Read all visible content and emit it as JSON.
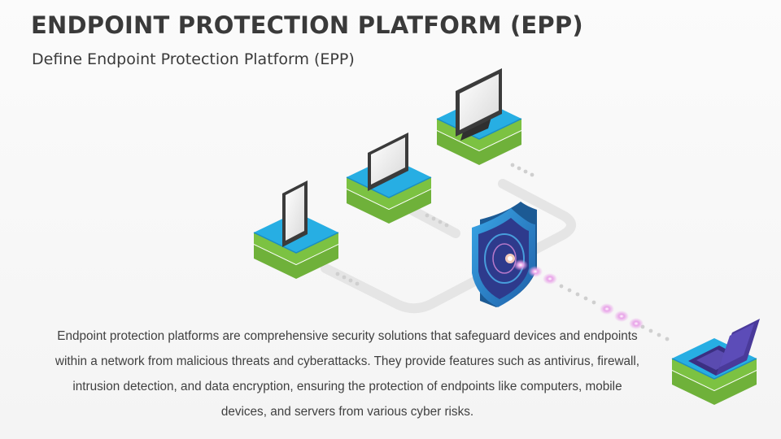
{
  "slide": {
    "title": "ENDPOINT PROTECTION PLATFORM (EPP)",
    "subtitle": "Define Endpoint Protection Platform (EPP)",
    "description": "Endpoint protection platforms are comprehensive security solutions that safeguard devices and endpoints within a network from malicious threats and cyberattacks. They provide features such as antivirus, firewall, intrusion detection, and data encryption, ensuring the protection of endpoints like computers, mobile devices, and servers from various cyber risks."
  },
  "illustration": {
    "devices": [
      "smartphone-icon",
      "tablet-icon",
      "monitor-icon",
      "laptop-icon"
    ],
    "center": "shield-icon",
    "colors": {
      "platform_top": "#27aee3",
      "platform_band": "#7cc242",
      "shield_outer": "#2a7fc1",
      "shield_inner": "#2e3a8c",
      "laptop": "#4a3a9a",
      "connector": "#e6e6e6",
      "packet_glow": "#d98ad9"
    }
  }
}
